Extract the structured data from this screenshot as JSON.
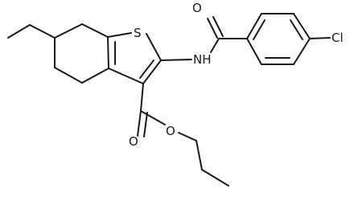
{
  "molecule": {
    "atoms": {
      "sulfur": "S",
      "amide_nitrogen": "NH",
      "amide_oxygen": "O",
      "chlorine": "Cl",
      "ester_carbonyl_oxygen": "O",
      "ester_ether_oxygen": "O"
    }
  }
}
